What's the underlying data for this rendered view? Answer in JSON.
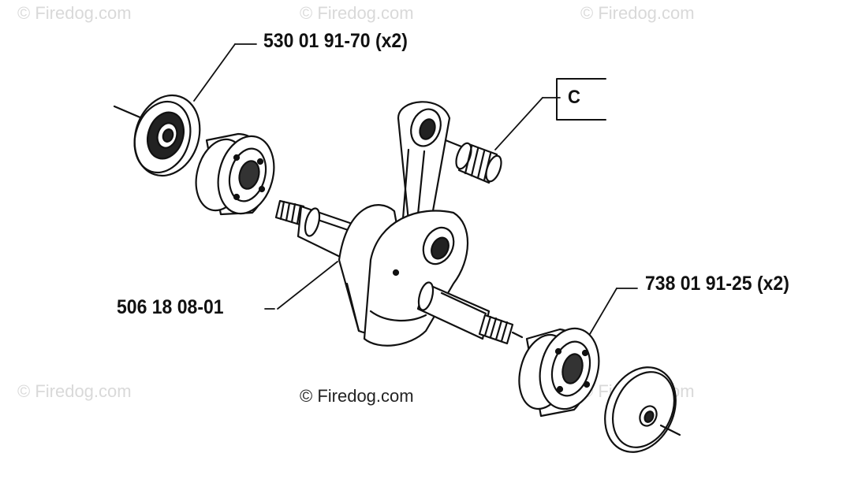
{
  "watermarks": [
    "© Firedog.com",
    "© Firedog.com",
    "© Firedog.com",
    "© Firedog.com",
    "© Firedog.com"
  ],
  "credit": "© Firedog.com",
  "parts": {
    "seal": "530 01 91-70 (x2)",
    "crankshaft": "506 18 08-01",
    "bearing": "738 01 91-25 (x2)"
  },
  "ref_box": "C"
}
